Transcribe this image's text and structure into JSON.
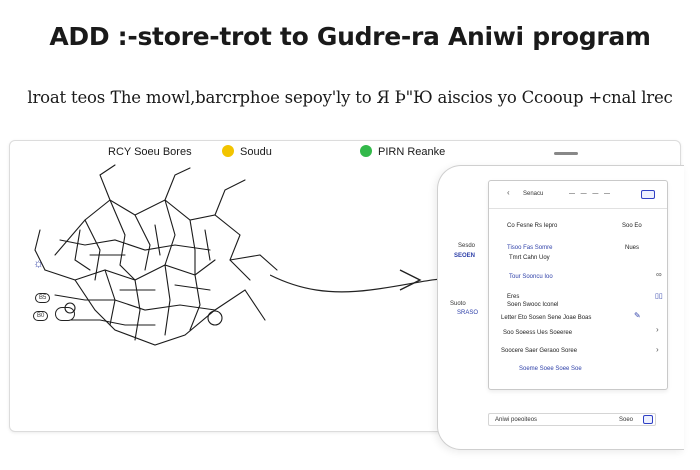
{
  "headline": "ADD :-store-trot to Gudre-ra Aniwi program",
  "subline": "lroat teos Ƭhe mowl,barcrphoe sepoy'ly to Я Ϸ\"Ю aiscios yo Ccooup +cnal lrec",
  "map_card": {
    "route_label": "RCY Soeu Bores",
    "step_label": "Soudu",
    "status_label": "PIRN Reanke",
    "left_side_labels": [
      "B5",
      "B0"
    ],
    "left_side_icon": "sun-logo-icon"
  },
  "phone": {
    "topbar": {
      "label": "Senacu",
      "ico": "gear-icon"
    },
    "section_a": {
      "title": "Co Fesne Rs Iepro",
      "right": "Soo Eo"
    },
    "rows": [
      {
        "text": "Tisoo Fas Somre",
        "right": "Nues"
      },
      {
        "text": "Tmrt Cahn Uoy",
        "right": ""
      },
      {
        "text": "Tour Sooncu Ioo",
        "right": ""
      },
      {
        "text": "Eres",
        "right": ""
      },
      {
        "text": "Soen Swooc Iconel",
        "right": ""
      },
      {
        "text": "Letter Eto Sosen Sene Joae Boas",
        "right": ""
      },
      {
        "text": "Soo Soeess Ues Soeeree",
        "right": ""
      },
      {
        "text": "Soocere Saer Geraoo Soree",
        "right": ""
      },
      {
        "text": "Soeme Soee Soee Soe",
        "right": ""
      }
    ],
    "side_labels_left": [
      "Sesdo",
      "SEOEN",
      "Suoto",
      "SRASO"
    ],
    "footer": {
      "text": "Aniwi poeoiteos",
      "right": "Soeo"
    },
    "accent": "#2f40c4"
  }
}
